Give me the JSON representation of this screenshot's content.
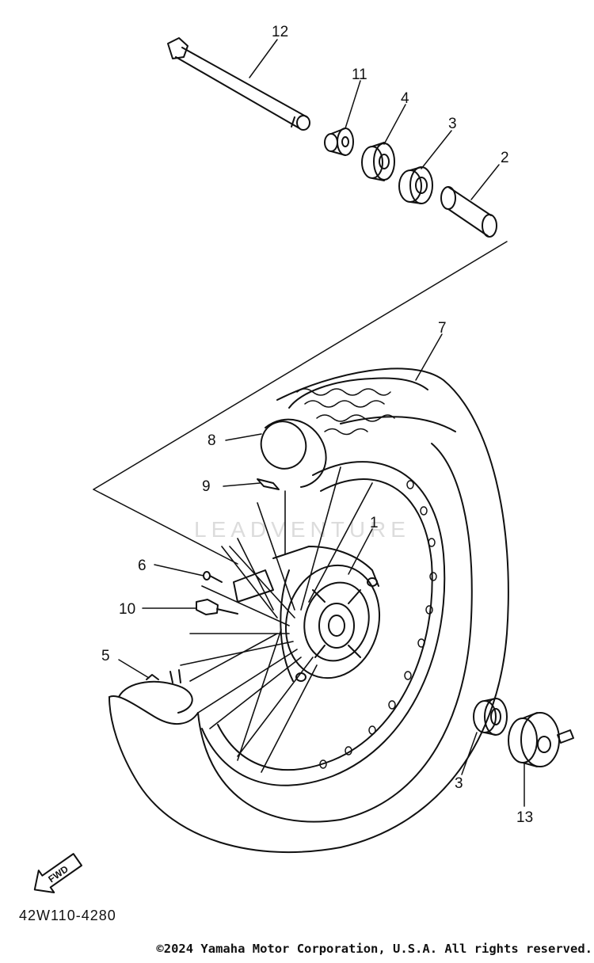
{
  "diagram": {
    "callouts": [
      {
        "id": "c12",
        "label": "12"
      },
      {
        "id": "c11",
        "label": "11"
      },
      {
        "id": "c4",
        "label": "4"
      },
      {
        "id": "c3a",
        "label": "3"
      },
      {
        "id": "c2",
        "label": "2"
      },
      {
        "id": "c7",
        "label": "7"
      },
      {
        "id": "c8",
        "label": "8"
      },
      {
        "id": "c9",
        "label": "9"
      },
      {
        "id": "c1",
        "label": "1"
      },
      {
        "id": "c6",
        "label": "6"
      },
      {
        "id": "c10",
        "label": "10"
      },
      {
        "id": "c5",
        "label": "5"
      },
      {
        "id": "c3b",
        "label": "3"
      },
      {
        "id": "c13",
        "label": "13"
      }
    ],
    "watermark": "LEADVENTURE",
    "fwd_label": "FWD",
    "part_code": "42W110-4280",
    "copyright": "©2024 Yamaha Motor Corporation, U.S.A. All rights reserved."
  },
  "colors": {
    "line": "#111111",
    "background": "#ffffff",
    "watermark": "#dcdcdc"
  }
}
